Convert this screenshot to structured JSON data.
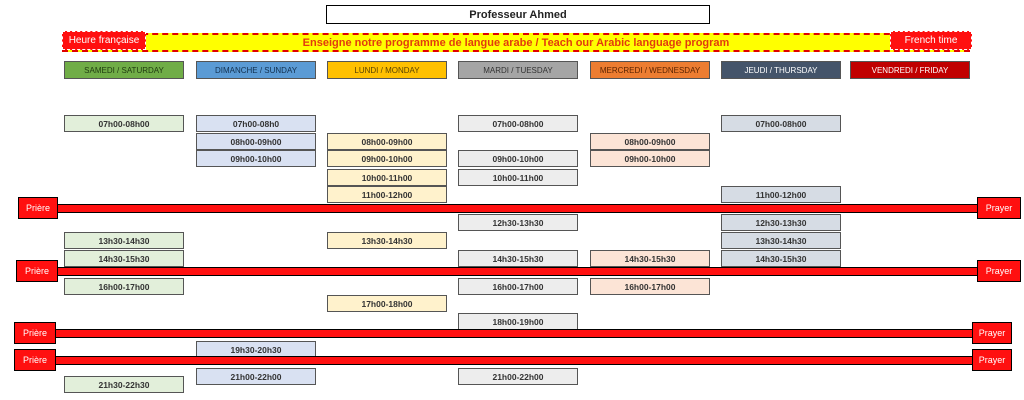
{
  "title": "Professeur Ahmed",
  "banner": {
    "left": "Heure française",
    "center": "Enseigne notre programme de langue arabe / Teach our Arabic language program",
    "right": "French time"
  },
  "days": {
    "sat": "SAMEDI / SATURDAY",
    "sun": "DIMANCHE / SUNDAY",
    "mon": "LUNDI / MONDAY",
    "tue": "MARDI / TUESDAY",
    "wed": "MERCREDI / WEDNESDAY",
    "thu": "JEUDI / THURSDAY",
    "fri": "VENDREDI / FRIDAY"
  },
  "colors": {
    "sat": "#70ad47",
    "sun": "#5b9bd5",
    "mon": "#ffc000",
    "tue": "#a5a5a5",
    "wed": "#ed7d31",
    "thu": "#44546a",
    "fri": "#c00000",
    "prayer": "#ff1010"
  },
  "slots": {
    "sat": [
      "07h00-08h00",
      "13h30-14h30",
      "14h30-15h30",
      "16h00-17h00",
      "21h30-22h30"
    ],
    "sun": [
      "07h00-08h0",
      "08h00-09h00",
      "09h00-10h00",
      "19h30-20h30",
      "21h00-22h00"
    ],
    "mon": [
      "08h00-09h00",
      "09h00-10h00",
      "10h00-11h00",
      "11h00-12h00",
      "13h30-14h30",
      "17h00-18h00"
    ],
    "tue": [
      "07h00-08h00",
      "09h00-10h00",
      "10h00-11h00",
      "12h30-13h30",
      "14h30-15h30",
      "16h00-17h00",
      "18h00-19h00",
      "21h00-22h00"
    ],
    "wed": [
      "08h00-09h00",
      "09h00-10h00",
      "14h30-15h30",
      "16h00-17h00"
    ],
    "thu": [
      "07h00-08h00",
      "11h00-12h00",
      "12h30-13h30",
      "13h30-14h30",
      "14h30-15h30"
    ]
  },
  "prayer": {
    "fr": "Prière",
    "en": "Prayer"
  }
}
